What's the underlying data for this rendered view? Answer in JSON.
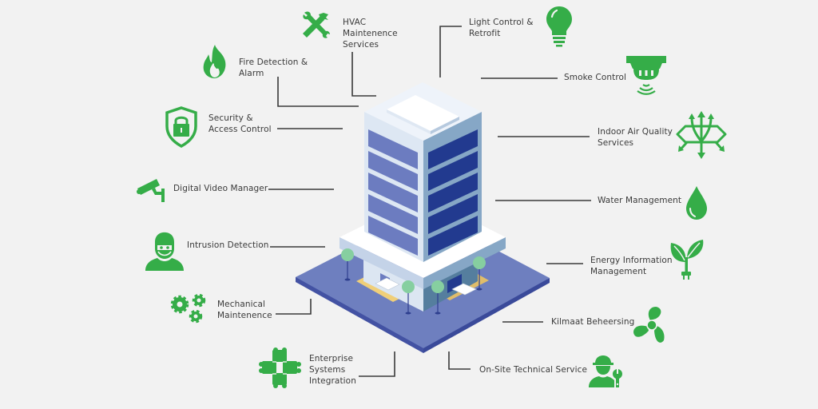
{
  "colors": {
    "background": "#f2f2f2",
    "icon_green": "#35ad48",
    "line": "#3a3a3a",
    "text": "#3a3a3a",
    "base_top": "#6e7fbf",
    "base_edge": "#4352a3",
    "tower_left": "#dde7f3",
    "tower_right": "#86a7c6",
    "window_left": "#6c7cc0",
    "window_right": "#223a8f",
    "tree": "#86cfa0",
    "path": "#f0cf79"
  },
  "services": [
    {
      "id": "hvac",
      "label": "HVAC\nMaintenence\nServices",
      "icon": "tools-icon"
    },
    {
      "id": "fire",
      "label": "Fire Detection &\nAlarm",
      "icon": "flame-icon"
    },
    {
      "id": "security",
      "label": "Security &\nAccess Control",
      "icon": "shield-lock-icon"
    },
    {
      "id": "video",
      "label": "Digital Video Manager",
      "icon": "cctv-camera-icon"
    },
    {
      "id": "intrusion",
      "label": "Intrusion Detection",
      "icon": "masked-person-icon"
    },
    {
      "id": "mechanical",
      "label": "Mechanical\nMaintenence",
      "icon": "gears-icon"
    },
    {
      "id": "enterprise",
      "label": "Enterprise\nSystems\nIntegration",
      "icon": "puzzle-icon"
    },
    {
      "id": "light",
      "label": "Light Control &\nRetrofit",
      "icon": "lightbulb-icon"
    },
    {
      "id": "smoke",
      "label": "Smoke Control",
      "icon": "smoke-detector-icon"
    },
    {
      "id": "air",
      "label": "Indoor Air Quality\nServices",
      "icon": "air-flow-icon"
    },
    {
      "id": "water",
      "label": "Water Management",
      "icon": "water-drop-icon"
    },
    {
      "id": "energy",
      "label": "Energy Information\nManagement",
      "icon": "plant-plug-icon"
    },
    {
      "id": "climate",
      "label": "Kilmaat Beheersing",
      "icon": "fan-icon"
    },
    {
      "id": "onsite",
      "label": "On-Site Technical Service",
      "icon": "technician-icon"
    }
  ]
}
